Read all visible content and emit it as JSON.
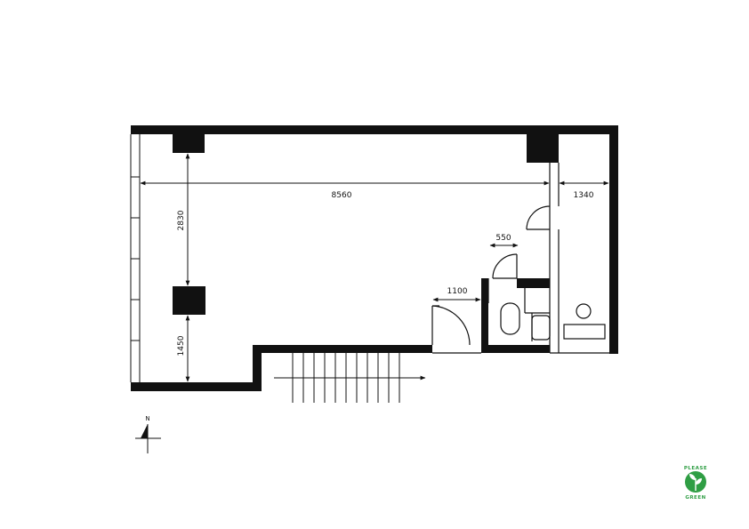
{
  "dimensions": {
    "length_main": "8560",
    "width_right": "1340",
    "height_upper": "2830",
    "height_lower": "1450",
    "door_small": "550",
    "door_main": "1100"
  },
  "compass": {
    "label": "N"
  },
  "logo": {
    "word_top": "PLEASE",
    "word_bottom": "GREEN",
    "icon": "leaf-icon"
  },
  "colors": {
    "wall": "#111111",
    "logo_green": "#2f9e44"
  }
}
